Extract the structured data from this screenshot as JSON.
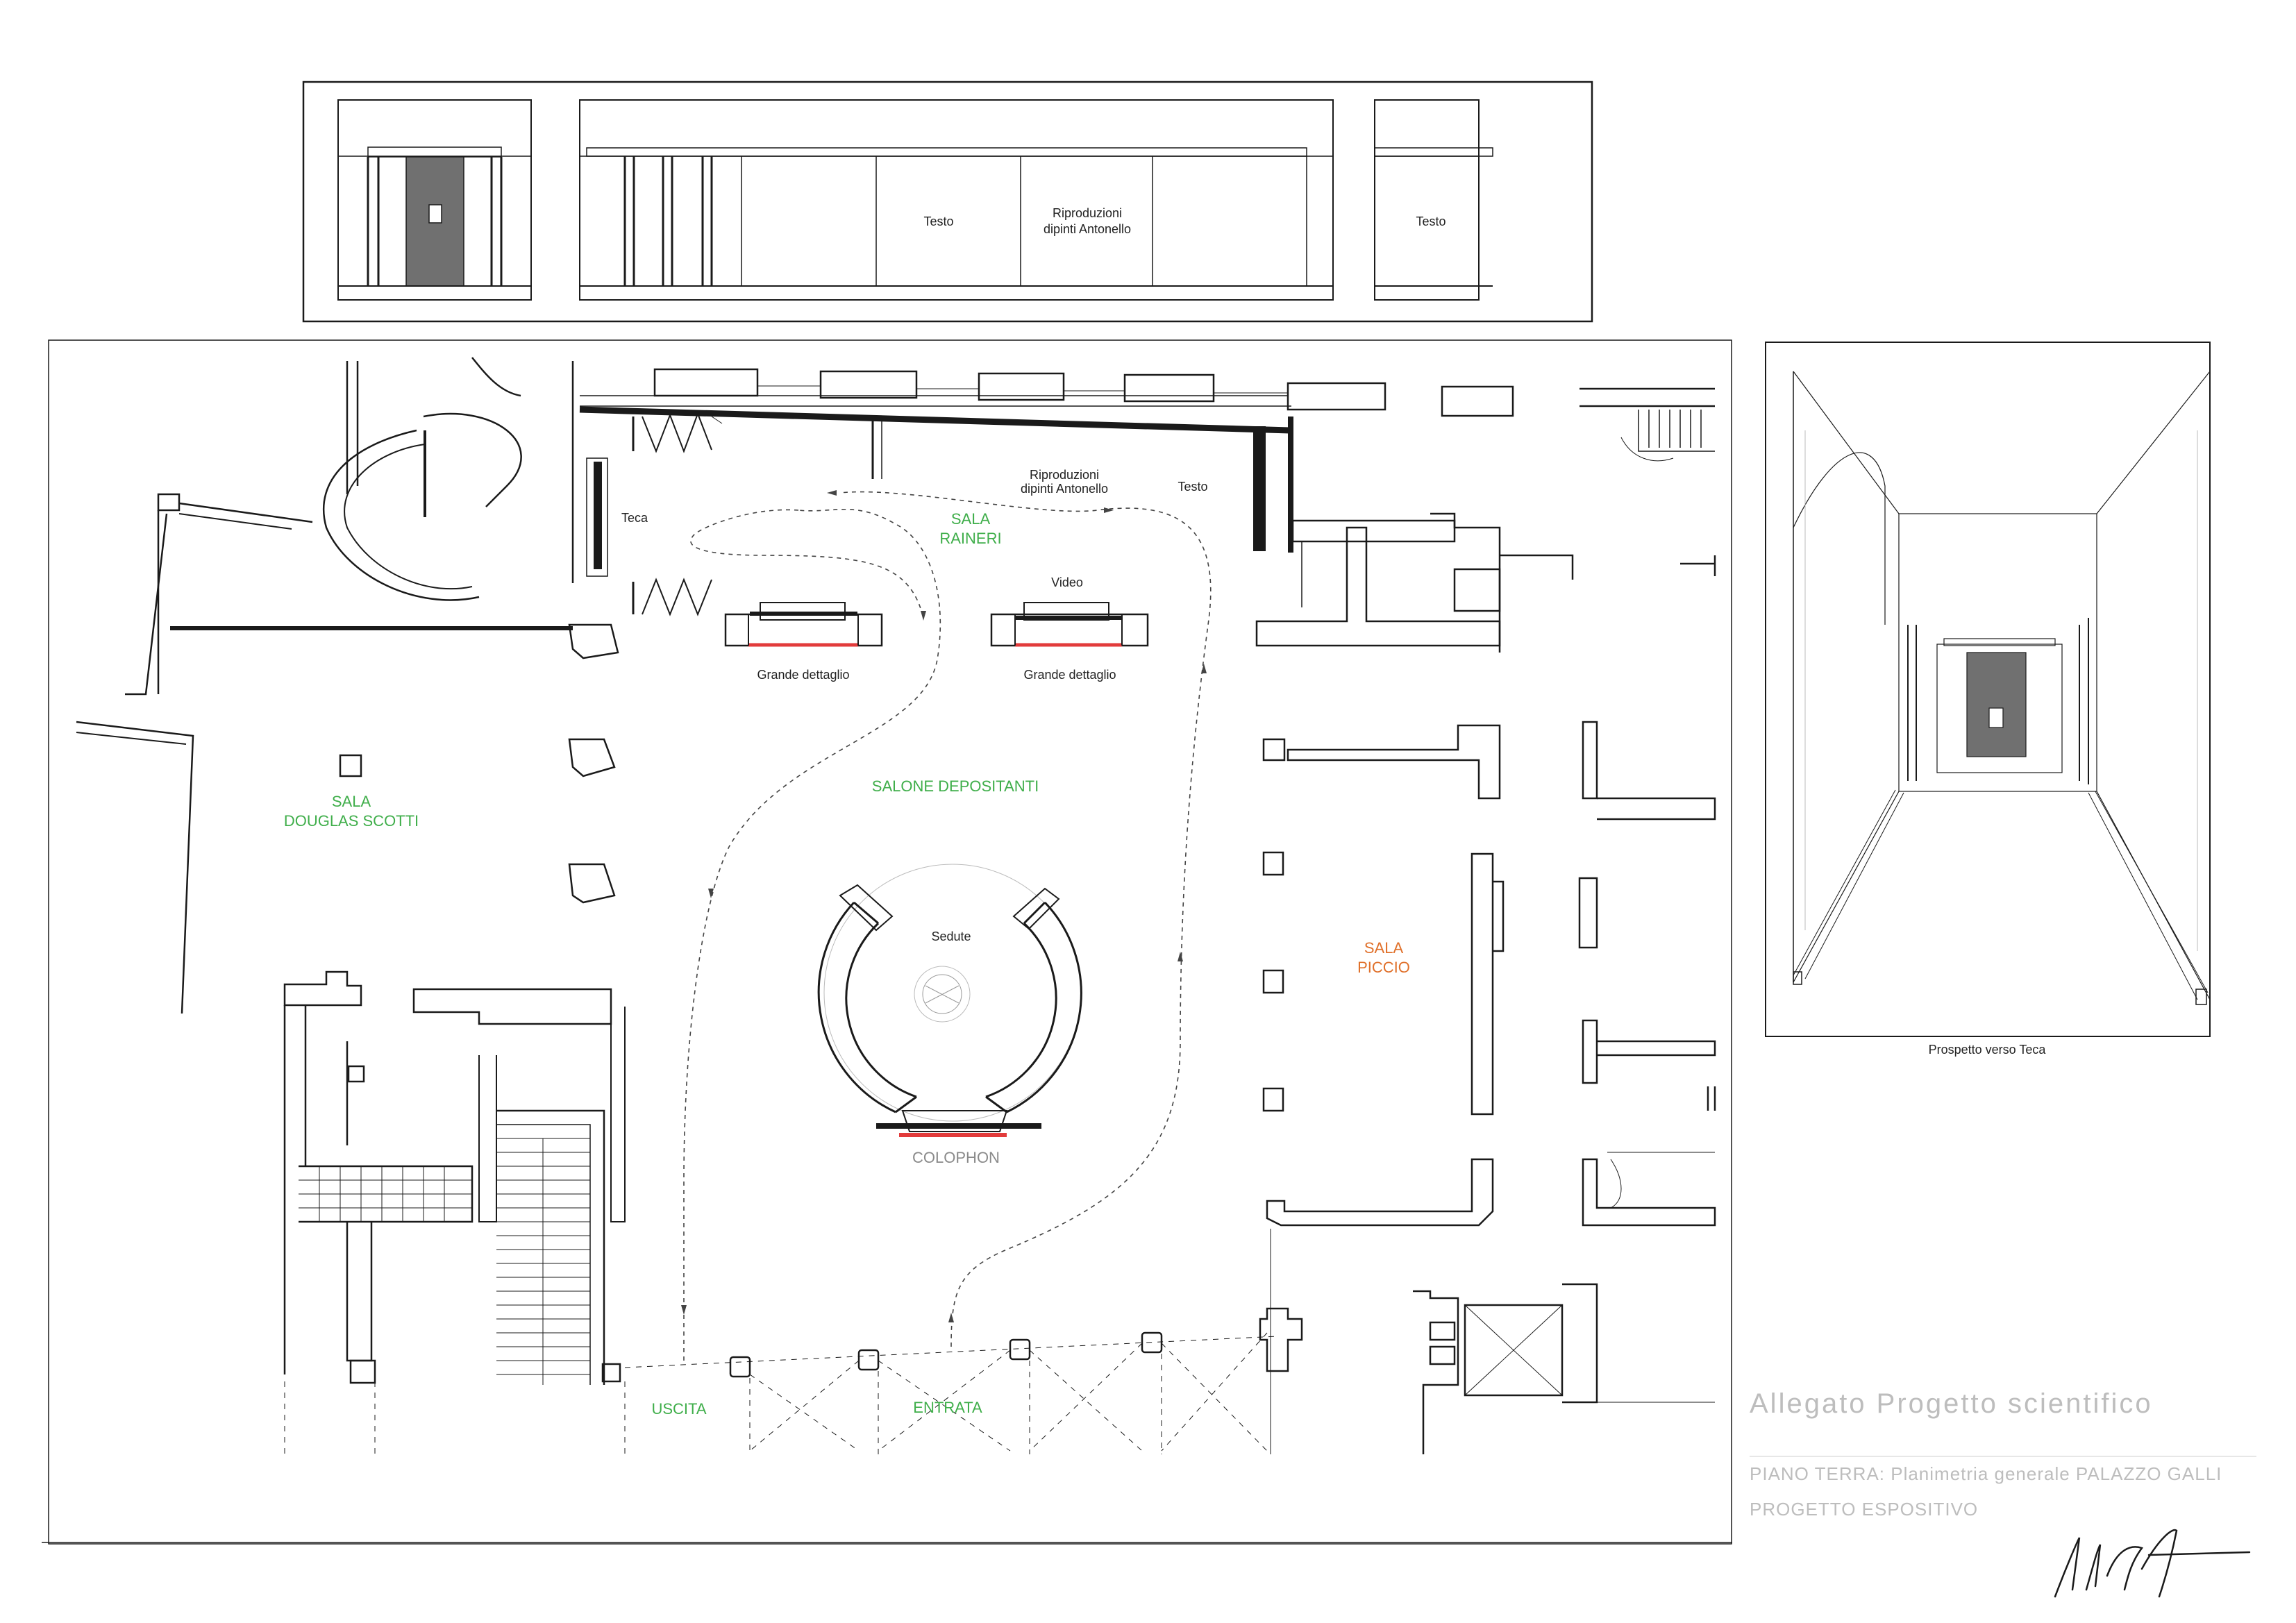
{
  "elevations": {
    "panel_middle_text": "Testo",
    "panel_middle_repro_1": "Riproduzioni",
    "panel_middle_repro_2": "dipinti Antonello",
    "panel_right_text": "Testo"
  },
  "plan": {
    "rooms": {
      "raineri_1": "SALA",
      "raineri_2": "RAINERI",
      "douglas_1": "SALA",
      "douglas_2": "DOUGLAS SCOTTI",
      "salone": "SALONE DEPOSITANTI",
      "piccio_1": "SALA",
      "piccio_2": "PICCIO"
    },
    "labels": {
      "teca": "Teca",
      "repro_1": "Riproduzioni",
      "repro_2": "dipinti Antonello",
      "testo": "Testo",
      "video": "Video",
      "grande_dettaglio_left": "Grande dettaglio",
      "grande_dettaglio_right": "Grande dettaglio",
      "sedute": "Sedute",
      "colophon": "COLOPHON",
      "uscita": "USCITA",
      "entrata": "ENTRATA"
    }
  },
  "perspective": {
    "caption": "Prospetto verso Teca"
  },
  "title_block": {
    "heading": "Allegato Progetto scientifico",
    "line1": "PIANO TERRA: Planimetria generale PALAZZO GALLI",
    "line2": "PROGETTO ESPOSITIVO"
  },
  "colors": {
    "line": "#1a1a1a",
    "room_green": "#3fae4a",
    "room_orange": "#e0702a",
    "highlight_red": "#e23b3b",
    "panel_grey": "#707070"
  }
}
